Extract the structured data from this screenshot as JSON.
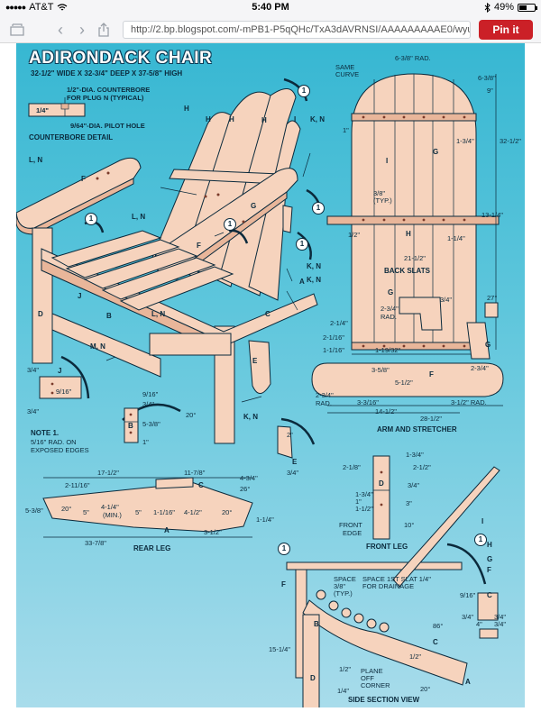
{
  "status_bar": {
    "carrier": "AT&T",
    "time": "5:40 PM",
    "battery": "49%",
    "battery_level": 0.49
  },
  "browser": {
    "url": "http://2.bp.blogspot.com/-mPB1-P5qQHc/TxA3dAVRNSI/AAAAAAAAAE0/wyuB...",
    "pin_label": "Pin it",
    "icons": {
      "back": "chevron-left-icon",
      "forward": "chevron-right-icon",
      "share": "share-icon",
      "bluetooth": "bluetooth-icon",
      "wifi": "wifi-icon"
    }
  },
  "plan": {
    "title": "ADIRONDACK CHAIR",
    "subtitle": "32-1/2\" WIDE X 32-3/4\" DEEP X 37-5/8\" HIGH",
    "counterbore": {
      "label1": "1/2\"-DIA. COUNTERBORE",
      "label2": "FOR PLUG N (TYPICAL)",
      "dim": "1/4\"",
      "pilot": "9/64\"-DIA. PILOT HOLE",
      "caption": "COUNTERBORE DETAIL"
    },
    "parts": {
      "H": "H",
      "I": "I",
      "KN": "K, N",
      "LN": "L, N",
      "F": "F",
      "G": "G",
      "J": "J",
      "B": "B",
      "D": "D",
      "C": "C",
      "A": "A",
      "MN": "M, N",
      "E": "E"
    },
    "circle_one": "1",
    "note": {
      "title": "NOTE 1.",
      "l1": "5/16\" RAD. ON",
      "l2": "EXPOSED EDGES"
    },
    "back_slats": {
      "same_curve": "SAME",
      "same_curve2": "CURVE",
      "rad": "6-3/8\" RAD.",
      "d1": "6-3/8\"",
      "d2": "9\"",
      "d3": "1\"",
      "d4": "1-3/4\"",
      "d5": "32-1/2\"",
      "d6": "3/8\"",
      "d7": "(TYP.)",
      "d8": "13-1/4\"",
      "d9": "1/2\"",
      "d10": "1-1/4\"",
      "width": "21-1/2\"",
      "caption": "BACK SLATS"
    },
    "arm": {
      "g1": "G",
      "d1": "3/4\"",
      "d2": "2-3/4\"",
      "d3": "RAD.",
      "ang": "27°",
      "d4": "2-1/4\"",
      "d5": "2-1/16\"",
      "d6": "1-1/16\"",
      "d7": "1-19/32\"",
      "d8": "3-5/8\"",
      "d9": "5-1/2\"",
      "d10": "2-3/4\"",
      "d11": "2-3/4\"",
      "d12": "RAD.",
      "d13": "3-3/16\"",
      "d14": "14-1/2\"",
      "d15": "3-1/2\" RAD.",
      "d16": "28-1/2\"",
      "caption": "ARM AND STRETCHER"
    },
    "rear_leg": {
      "d1": "17-1/2\"",
      "d2": "11-7/8\"",
      "d3": "2-11/16\"",
      "d4": "4-3/4\"",
      "ang1": "26°",
      "d5": "5-3/8\"",
      "ang2": "20°",
      "d6": "5\"",
      "d7": "4-1/4\"",
      "d8": "(MIN.)",
      "d9": "5\"",
      "d10": "1-1/16\"",
      "d11": "4-1/2\"",
      "ang3": "20°",
      "d12": "1-1/4\"",
      "d13": "3-1/2\"",
      "d14": "33-7/8\"",
      "caption": "REAR LEG"
    },
    "front_leg": {
      "d1": "2-1/8\"",
      "d2": "1-3/4\"",
      "d3": "2-1/2\"",
      "d4": "3/4\"",
      "d5": "1-3/4\"",
      "d6": "1\"",
      "d7": "1-1/2\"",
      "d8": "3\"",
      "edge1": "FRONT",
      "edge2": "EDGE",
      "ang": "10°",
      "caption": "FRONT LEG"
    },
    "side": {
      "s1": "SPACE",
      "s2": "3/8\"",
      "s3": "(TYP.)",
      "s4": "SPACE 1ST SLAT 1/4\"",
      "s5": "FOR DRAINAGE",
      "d1": "9/16\"",
      "d2": "3/4\"",
      "d3": "4\"",
      "d4": "3/4\"",
      "d5": "3/4\"",
      "ang": "86°",
      "h": "15-1/4\"",
      "half": "1/2\"",
      "half2": "1/2\"",
      "plane1": "PLANE",
      "plane2": "OFF",
      "plane3": "CORNER",
      "q": "1/4\"",
      "ang2": "20°",
      "caption": "SIDE SECTION VIEW"
    },
    "detail_b": {
      "d1": "9/16\"",
      "d2": "3/4\"",
      "d3": "5-3/8\"",
      "d4": "1\"",
      "ang": "20°"
    },
    "detail_j": {
      "d1": "3/4\"",
      "d2": "9/16\"",
      "d3": "3/4\""
    },
    "detail_e": {
      "d1": "2\"",
      "d2": "3/4\""
    },
    "colors": {
      "sky": "#37b7d2",
      "wood": "#f6d3bd",
      "line": "#0b2a3c",
      "pin": "#cb2027"
    }
  }
}
